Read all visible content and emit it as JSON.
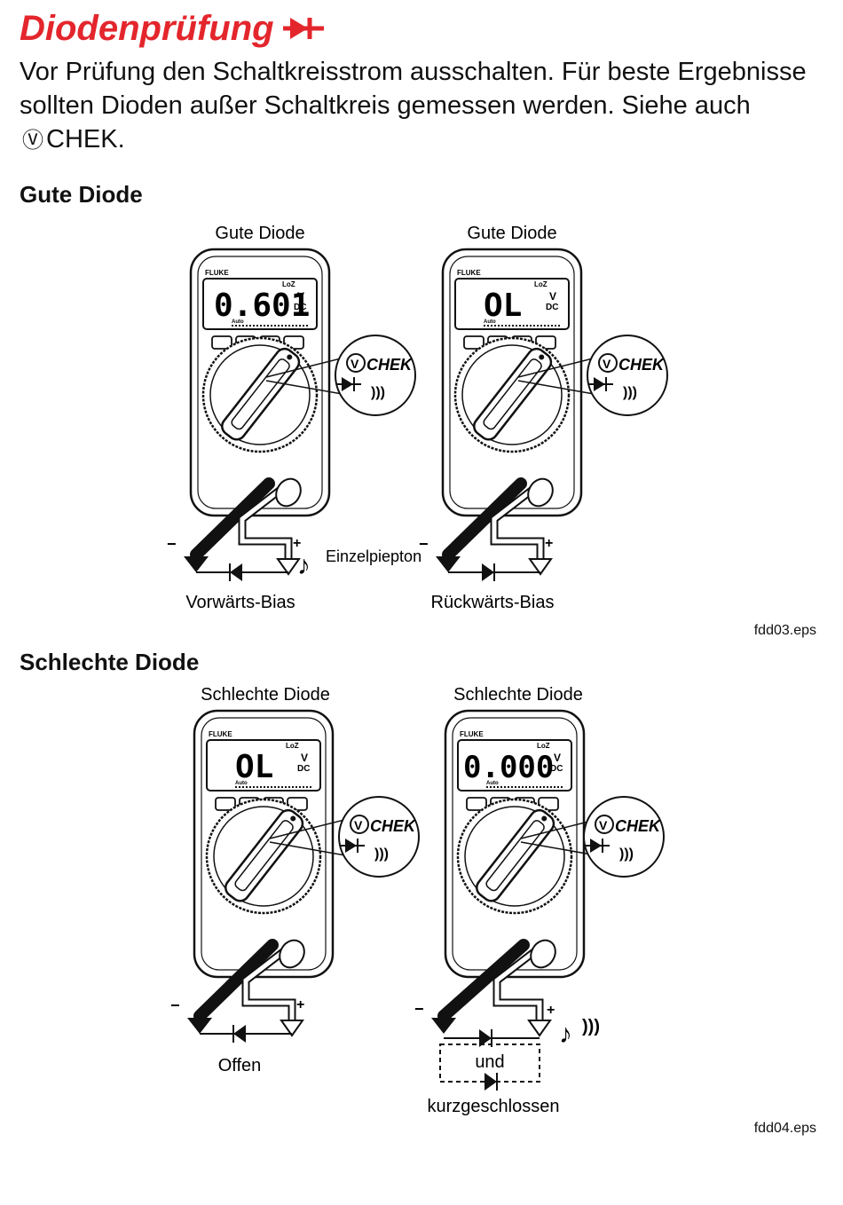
{
  "title": "Diodenprüfung",
  "intro": {
    "text_before": "Vor Prüfung den Schaltkreisstrom ausschalten. Für beste Ergebnisse sollten Dioden außer Schaltkreis gemessen werden. Siehe auch",
    "chek_symbol": "Ⓥ",
    "text_after": "CHEK."
  },
  "colors": {
    "title": "#e3262c"
  },
  "sections": [
    {
      "heading": "Gute Diode",
      "figure_name": "fdd03.eps",
      "meters": [
        {
          "caption": "Gute Diode",
          "brand": "FLUKE",
          "reading": "0.601",
          "unit": "V",
          "mode": "DC",
          "loz": "LoZ",
          "auto": "Auto",
          "chek": "CHEK",
          "bottom": "Vorwärts-Bias",
          "extra": "Einzelpiepton"
        },
        {
          "caption": "Gute Diode",
          "brand": "FLUKE",
          "reading": "OL",
          "unit": "V",
          "mode": "DC",
          "loz": "LoZ",
          "auto": "Auto",
          "chek": "CHEK",
          "bottom": "Rückwärts-Bias"
        }
      ]
    },
    {
      "heading": "Schlechte Diode",
      "figure_name": "fdd04.eps",
      "meters": [
        {
          "caption": "Schlechte Diode",
          "brand": "FLUKE",
          "reading": "OL",
          "unit": "V",
          "mode": "DC",
          "loz": "LoZ",
          "auto": "Auto",
          "chek": "CHEK",
          "bottom": "Offen"
        },
        {
          "caption": "Schlechte Diode",
          "brand": "FLUKE",
          "reading": "0.000",
          "unit": "V",
          "mode": "DC",
          "loz": "LoZ",
          "auto": "Auto",
          "chek": "CHEK",
          "middle": "und",
          "bottom": "kurzgeschlossen"
        }
      ]
    }
  ]
}
